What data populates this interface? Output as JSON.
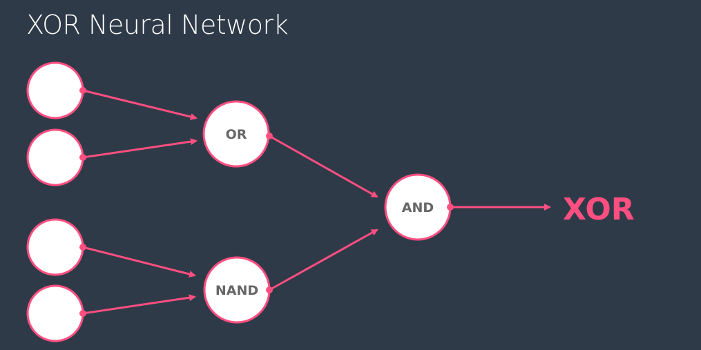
{
  "title": "XOR Neural Network",
  "colors": {
    "background": "#2f3a48",
    "accent": "#ff4f81",
    "node_fill": "#ffffff",
    "node_text": "#666666"
  },
  "nodes": {
    "input_1": {
      "label": ""
    },
    "input_2": {
      "label": ""
    },
    "input_3": {
      "label": ""
    },
    "input_4": {
      "label": ""
    },
    "or": {
      "label": "OR"
    },
    "nand": {
      "label": "NAND"
    },
    "and": {
      "label": "AND"
    }
  },
  "output": {
    "label": "XOR"
  },
  "edges": [
    {
      "from": "input_1",
      "to": "or"
    },
    {
      "from": "input_2",
      "to": "or"
    },
    {
      "from": "input_3",
      "to": "nand"
    },
    {
      "from": "input_4",
      "to": "nand"
    },
    {
      "from": "or",
      "to": "and"
    },
    {
      "from": "nand",
      "to": "and"
    },
    {
      "from": "and",
      "to": "output"
    }
  ]
}
